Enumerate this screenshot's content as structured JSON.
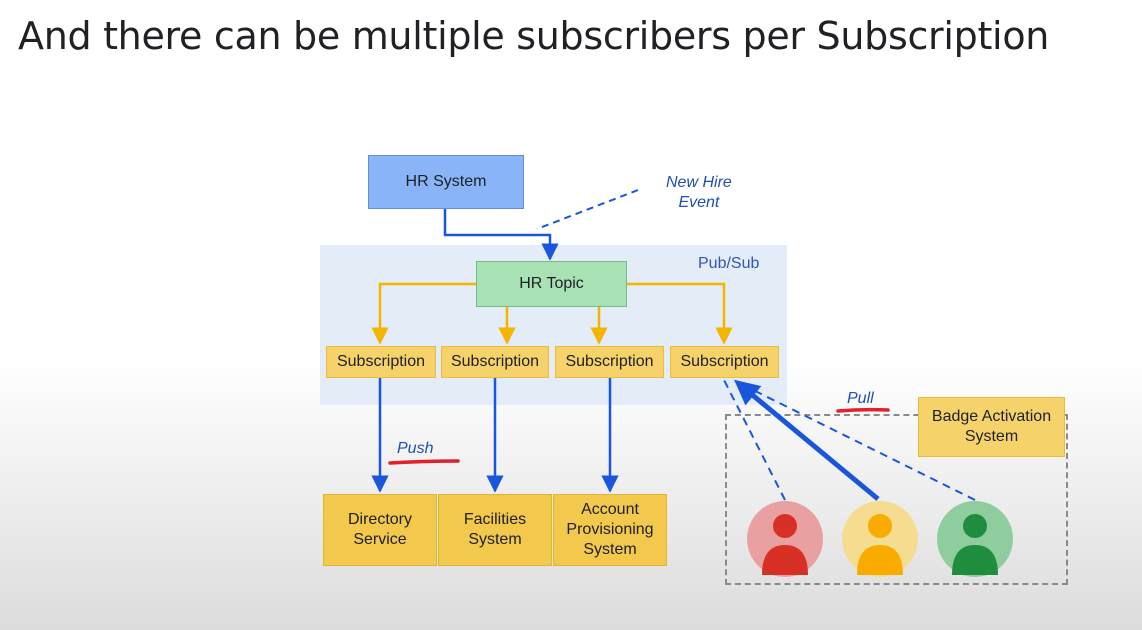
{
  "title": "And there can be multiple subscribers per Subscription",
  "diagram": {
    "hr_system": "HR System",
    "new_hire_event": "New Hire\nEvent",
    "pubsub_label": "Pub/Sub",
    "hr_topic": "HR Topic",
    "subscriptions": [
      "Subscription",
      "Subscription",
      "Subscription",
      "Subscription"
    ],
    "push_label": "Push",
    "pull_label": "Pull",
    "systems": [
      "Directory\nService",
      "Facilities\nSystem",
      "Account\nProvisioning\nSystem"
    ],
    "badge_system": "Badge Activation\nSystem",
    "subscriber_icons": [
      "person-icon-red",
      "person-icon-yellow",
      "person-icon-green"
    ]
  },
  "colors": {
    "blue_arrow": "#1a56db",
    "yellow_arrow": "#f4b400",
    "annotation_red": "#e0202a",
    "subscriber_red": "#d93025",
    "subscriber_yellow": "#f9ab00",
    "subscriber_green": "#1e8e3e"
  }
}
